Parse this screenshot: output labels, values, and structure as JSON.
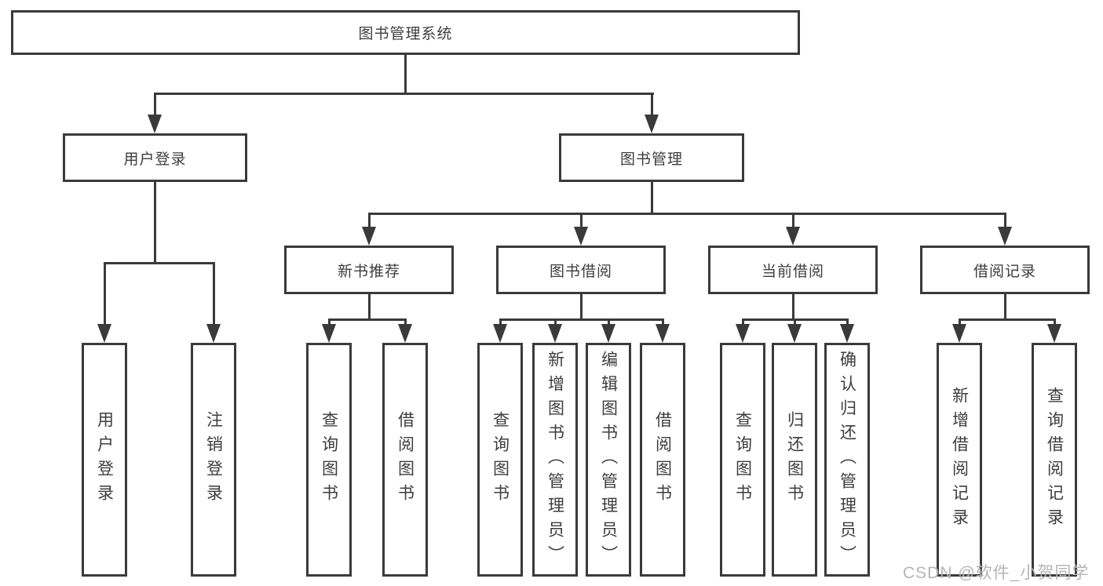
{
  "diagram": {
    "root": "图书管理系统",
    "nodes": {
      "user_login": "用户登录",
      "book_management": "图书管理",
      "new_book_recommend": "新书推荐",
      "book_borrow": "图书借阅",
      "current_borrow": "当前借阅",
      "borrow_record": "借阅记录"
    },
    "leaves": {
      "user_login": [
        "用户登录",
        "注销登录"
      ],
      "new_book_recommend": [
        "查询图书",
        "借阅图书"
      ],
      "book_borrow": [
        "查询图书",
        "新增图书（管理员）",
        "编辑图书（管理员）",
        "借阅图书"
      ],
      "current_borrow": [
        "查询图书",
        "归还图书",
        "确认归还（管理员）"
      ],
      "borrow_record": [
        "新增借阅记录",
        "查询借阅记录"
      ]
    }
  },
  "watermark": "CSDN @软件_小贺同学",
  "colors": {
    "line": "#3a3a3a",
    "text": "#3d3d3d",
    "watermark": "#b5b5b5",
    "bg": "#ffffff"
  }
}
